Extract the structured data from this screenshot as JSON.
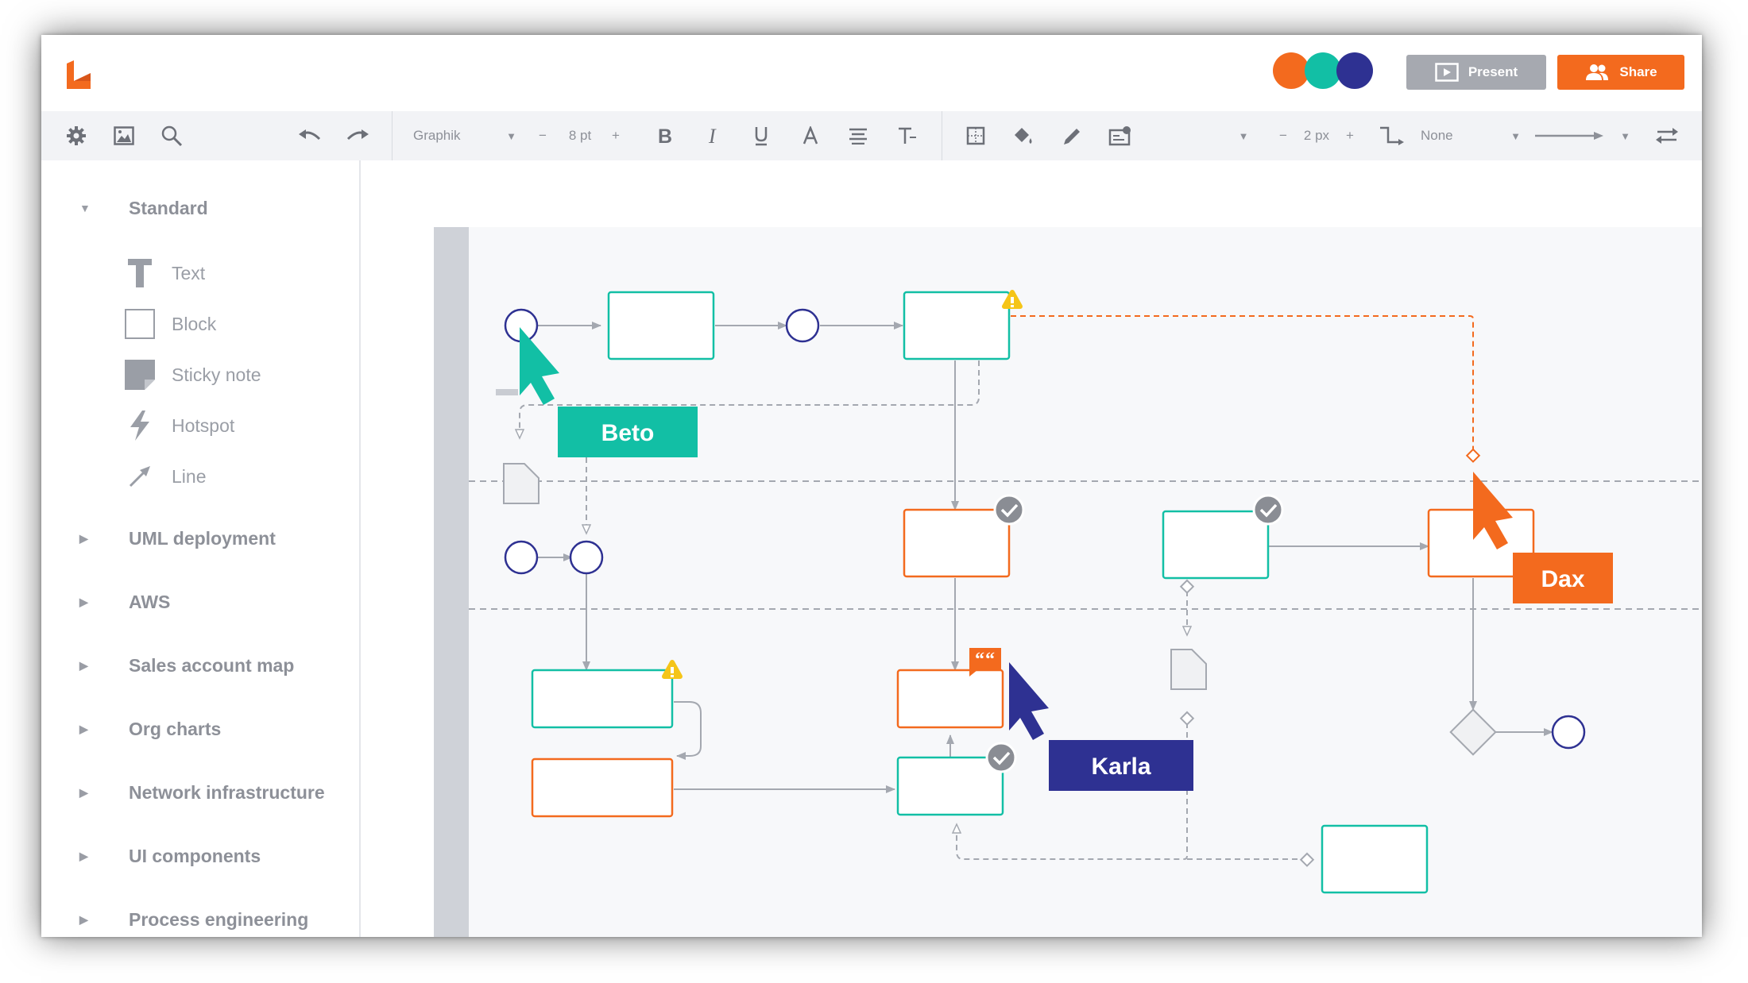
{
  "header": {
    "present_label": "Present",
    "share_label": "Share",
    "avatars": [
      {
        "name": "avatar-orange",
        "color": "#f36a1e"
      },
      {
        "name": "avatar-teal",
        "color": "#12bfa5"
      },
      {
        "name": "avatar-navy",
        "color": "#2e3192"
      }
    ]
  },
  "toolbar": {
    "font_name": "Graphik",
    "font_size": "8 pt",
    "line_width": "2 px",
    "line_end": "None",
    "minus": "−",
    "plus": "+",
    "icons": [
      "gear-icon",
      "image-icon",
      "search-icon",
      "undo-icon",
      "redo-icon",
      "bold-icon",
      "italic-icon",
      "underline-icon",
      "font-color-icon",
      "align-icon",
      "text-options-icon",
      "border-icon",
      "fill-icon",
      "pen-icon",
      "style-icon",
      "line-style-icon",
      "arrow-style-icon",
      "swap-icon"
    ]
  },
  "sidebar": {
    "standard_label": "Standard",
    "shapes": [
      {
        "label": "Text",
        "icon": "text-icon"
      },
      {
        "label": "Block",
        "icon": "block-icon"
      },
      {
        "label": "Sticky note",
        "icon": "sticky-note-icon"
      },
      {
        "label": "Hotspot",
        "icon": "hotspot-icon"
      },
      {
        "label": "Line",
        "icon": "line-icon"
      }
    ],
    "categories": [
      "UML deployment",
      "AWS",
      "Sales account map",
      "Org charts",
      "Network infrastructure",
      "UI components",
      "Process engineering"
    ]
  },
  "collaborators": [
    {
      "name": "Beto",
      "color": "#12bfa5"
    },
    {
      "name": "Karla",
      "color": "#2e3192"
    },
    {
      "name": "Dax",
      "color": "#f36a1e"
    }
  ],
  "colors": {
    "accent_orange": "#f36a1e",
    "accent_teal": "#12bfa5",
    "accent_navy": "#2e3192",
    "warning": "#f5c518",
    "check": "#8a8d94"
  }
}
